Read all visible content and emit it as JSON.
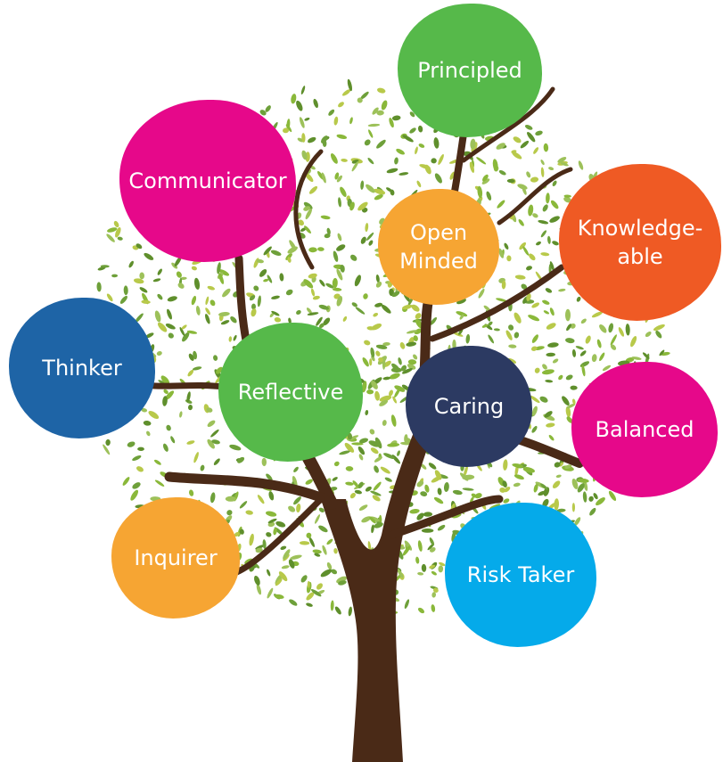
{
  "traits": {
    "principled": {
      "label": "Principled",
      "color": "#56b94a"
    },
    "communicator": {
      "label": "Communicator",
      "color": "#e6088a"
    },
    "open_minded": {
      "label": "Open\nMinded",
      "color": "#f6a533"
    },
    "knowledgeable": {
      "label": "Knowledge-\nable",
      "color": "#ef5a24"
    },
    "thinker": {
      "label": "Thinker",
      "color": "#1e64a6"
    },
    "reflective": {
      "label": "Reflective",
      "color": "#56b94a"
    },
    "caring": {
      "label": "Caring",
      "color": "#2c3a62"
    },
    "balanced": {
      "label": "Balanced",
      "color": "#e6088a"
    },
    "inquirer": {
      "label": "Inquirer",
      "color": "#f6a533"
    },
    "risk_taker": {
      "label": "Risk Taker",
      "color": "#05aaea"
    }
  },
  "tree": {
    "trunk_color": "#4a2a17",
    "leaf_colors": [
      "#5f8f2c",
      "#8ab83a",
      "#b8c94a",
      "#6ea03a",
      "#9dc15a"
    ]
  }
}
